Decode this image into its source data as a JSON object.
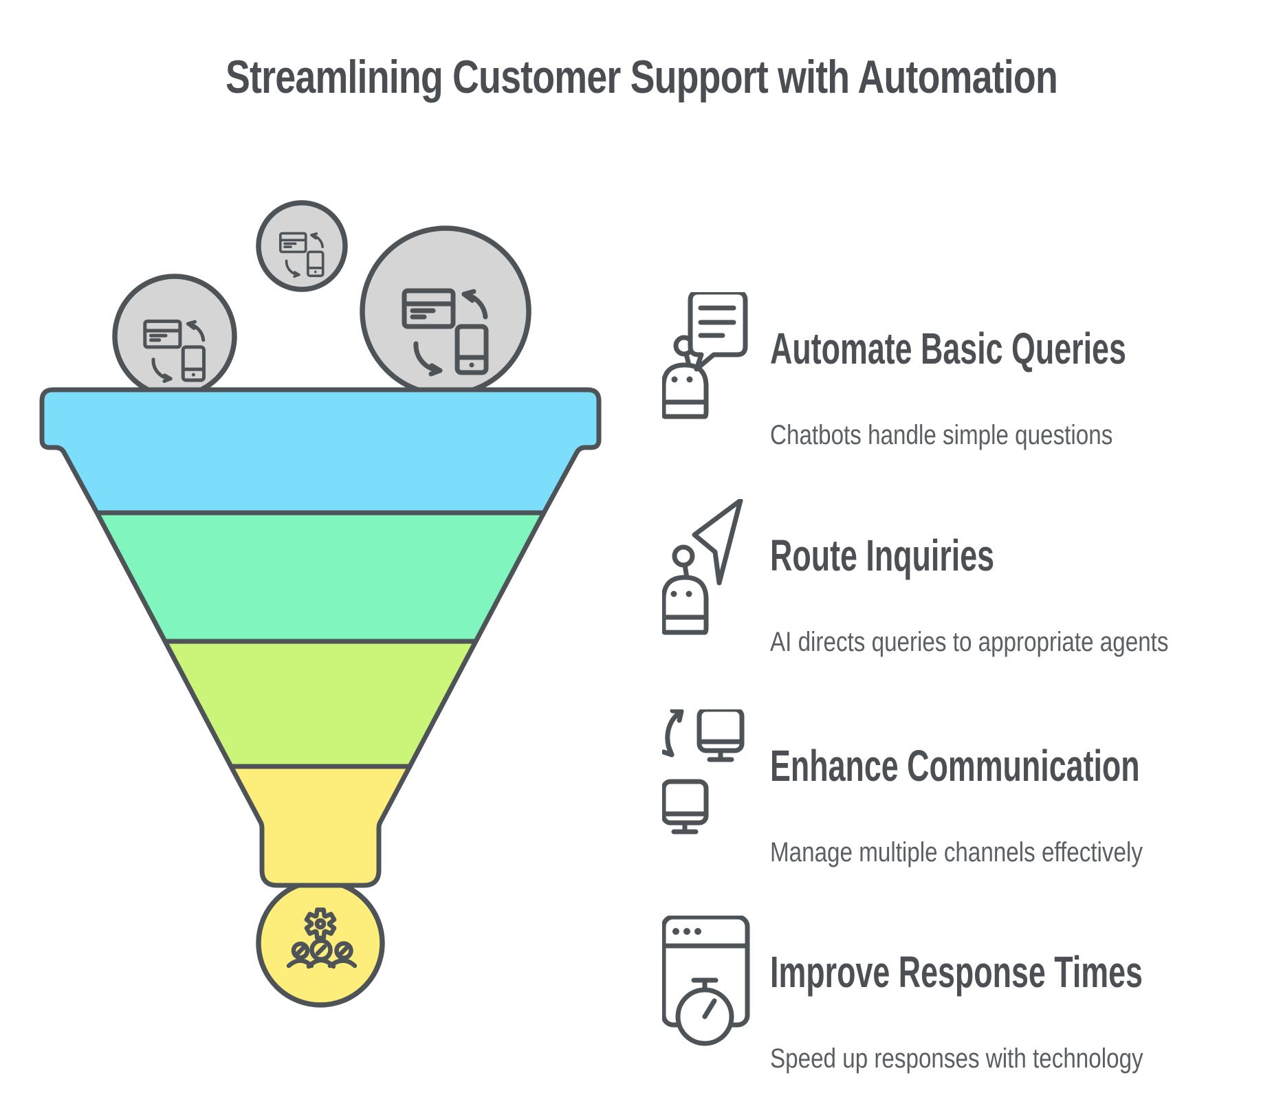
{
  "title": "Streamlining Customer Support with Automation",
  "colors": {
    "background": "#ffffff",
    "outline": "#4e5357",
    "bubble_fill": "#d5d5d5",
    "title_text": "#4a4e53",
    "item_title_text": "#4c5055",
    "item_subtitle_text": "#5a5f64"
  },
  "funnel": {
    "stages": [
      {
        "name": "stage-1",
        "color": "#7ddefc"
      },
      {
        "name": "stage-2",
        "color": "#80f5bd"
      },
      {
        "name": "stage-3",
        "color": "#caf578"
      },
      {
        "name": "stage-4",
        "color": "#fdee7c"
      }
    ],
    "input_bubbles": [
      {
        "icon": "device-sync",
        "size": "medium"
      },
      {
        "icon": "device-sync",
        "size": "small"
      },
      {
        "icon": "device-sync",
        "size": "large"
      }
    ],
    "output_bubble": {
      "icon": "gear-team",
      "color": "#fdee7c"
    }
  },
  "items": [
    {
      "icon": "chatbot-message",
      "title": "Automate Basic Queries",
      "subtitle": "Chatbots handle simple questions"
    },
    {
      "icon": "chatbot-route",
      "title": "Route Inquiries",
      "subtitle": "AI directs queries to appropriate agents"
    },
    {
      "icon": "screens-sync",
      "title": "Enhance Communication",
      "subtitle": "Manage multiple channels effectively"
    },
    {
      "icon": "browser-stopwatch",
      "title": "Improve Response Times",
      "subtitle": "Speed up responses with technology"
    }
  ]
}
